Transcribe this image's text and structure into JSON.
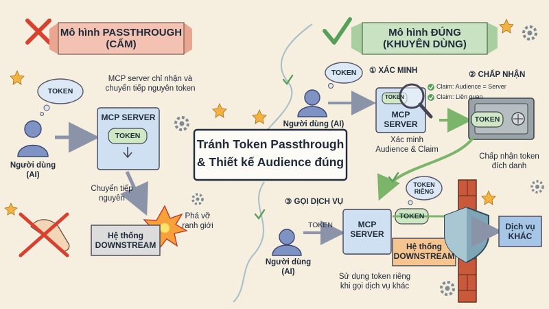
{
  "left_model": {
    "banner_line1": "Mô hình PASSTHROUGH",
    "banner_line2": "(CẤM)",
    "note_line1": "MCP server chỉ nhận và",
    "note_line2": "chuyển tiếp nguyên token",
    "token_bubble": "TOKEN",
    "user_line1": "Người dùng",
    "user_line2": "(AI)",
    "server_title": "MCP SERVER",
    "server_token": "TOKEN",
    "forward_line1": "Chuyển tiếp",
    "forward_line2": "nguyên",
    "break_line1": "Phá vỡ",
    "break_line2": "ranh giới",
    "downstream_line1": "Hệ thống",
    "downstream_line2": "DOWNSTREAM"
  },
  "center_title": {
    "line1": "Tránh Token Passthrough",
    "line2": "& Thiết kế Audience đúng"
  },
  "right_model": {
    "banner_line1": "Mô hình ĐÚNG",
    "banner_line2": "(KHUYÊN DÙNG)",
    "step1": "① XÁC MINH",
    "step2": "② CHẤP NHẬN",
    "step3": "③ GỌI DỊCH VỤ",
    "token_bubble": "TOKEN",
    "user1_label": "Người dùng (AI)",
    "server_token": "TOKEN",
    "server_line1": "MCP",
    "server_line2": "SERVER",
    "claim1": "Claim: Audience = Server",
    "claim2": "Claim: Liên quan",
    "verify_line1": "Xác minh",
    "verify_line2": "Audience & Claim",
    "accepted_token": "TOKEN",
    "accept_line1": "Chấp nhận token",
    "accept_line2": "đích danh",
    "own_token_line1": "TOKEN",
    "own_token_line2": "RIÊNG",
    "flow_token": "TOKEN",
    "user2_line1": "Người dùng",
    "user2_line2": "(AI)",
    "server2_line1": "MCP",
    "server2_line2": "SERVER",
    "server2_token": "TOKEN",
    "downstream_line1": "Hệ thống",
    "downstream_line2": "DOWNSTREAM",
    "other_service_line1": "Dịch vụ",
    "other_service_line2": "KHÁC",
    "usage_line1": "Sử dụng token riêng",
    "usage_line2": "khi gọi dịch vụ khác"
  },
  "colors": {
    "background": "#f6efe0",
    "forbidden_banner": "#f3c2b2",
    "recommended_banner": "#c9e2c2",
    "box_blue": "#cfe0f2",
    "token_green": "#cfe8c3",
    "person_blue": "#7e93c4",
    "cross_red": "#d9412f",
    "check_green": "#57a05a",
    "downstream_orange": "#f6c48e",
    "service_blue": "#a7c6e6",
    "wall_brick": "#c9593a",
    "shield": "#7fa6b6"
  },
  "icons": [
    "cross-icon",
    "check-icon",
    "person-icon",
    "magnifier-icon",
    "safe-icon",
    "shield-icon",
    "brick-wall-icon",
    "explosion-icon",
    "gear-icon",
    "star-icon",
    "forbidden-hand-icon"
  ]
}
